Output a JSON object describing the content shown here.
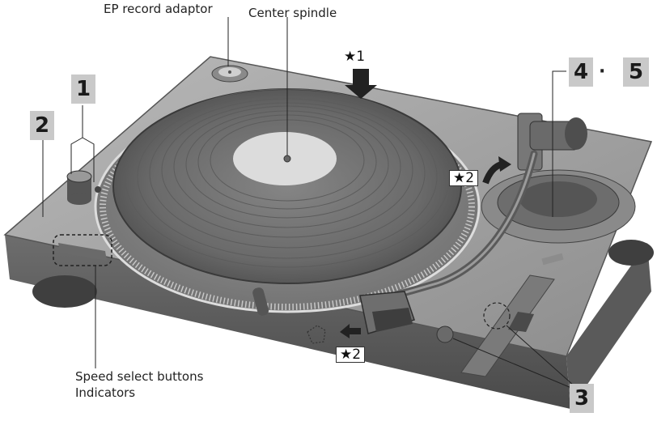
{
  "labels": {
    "ep_adaptor": "EP record adaptor",
    "center_spindle": "Center spindle",
    "speed_line1": "Speed select buttons",
    "speed_line2": "Indicators"
  },
  "callouts": {
    "n1": "1",
    "n2": "2",
    "n3": "3",
    "n4": "4",
    "dot": "·",
    "n5": "5"
  },
  "notes": {
    "star1": "★1",
    "star2_arm": "★2",
    "star2_head": "★2"
  }
}
